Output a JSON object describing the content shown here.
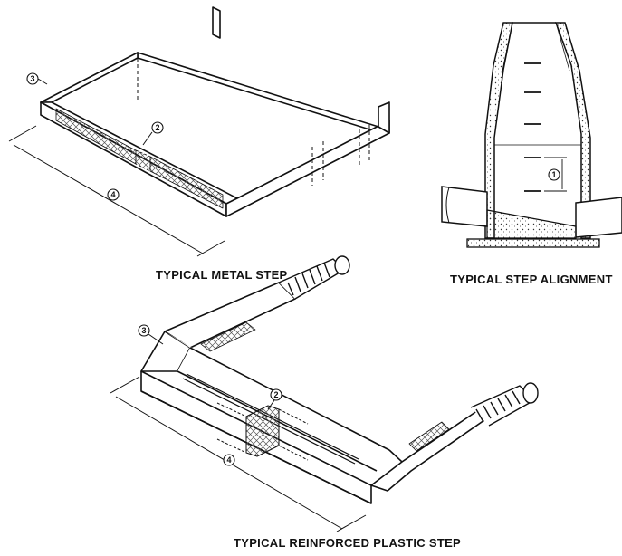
{
  "captions": {
    "metal_step": "TYPICAL METAL STEP",
    "step_alignment": "TYPICAL STEP ALIGNMENT",
    "plastic_step": "TYPICAL REINFORCED PLASTIC STEP"
  },
  "callouts": {
    "metal_step": {
      "top_end": "3",
      "midpoint": "2",
      "width": "4"
    },
    "step_alignment": {
      "spacing": "1"
    },
    "plastic_step": {
      "top_end": "3",
      "midpoint": "2",
      "width": "4"
    }
  },
  "colors": {
    "ink": "#111111",
    "paper": "#ffffff",
    "hatch": "#555555"
  }
}
